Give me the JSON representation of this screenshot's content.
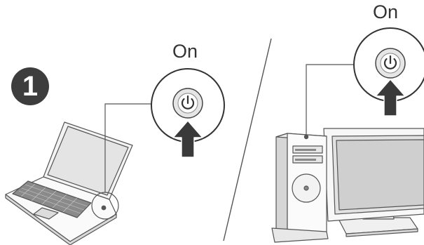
{
  "step": {
    "number": "1"
  },
  "laptop_panel": {
    "state_label": "On"
  },
  "desktop_panel": {
    "state_label": "On"
  },
  "icons": {
    "laptop": "laptop-icon",
    "desktop_tower": "desktop-tower-icon",
    "monitor": "monitor-icon",
    "power_button": "power-button-icon",
    "press_arrow": "up-arrow-icon"
  },
  "colors": {
    "outline": "#555555",
    "badge": "#3d3d3d",
    "arrow": "#3a3a3a",
    "power_button_fill": "#e6e6e6"
  }
}
